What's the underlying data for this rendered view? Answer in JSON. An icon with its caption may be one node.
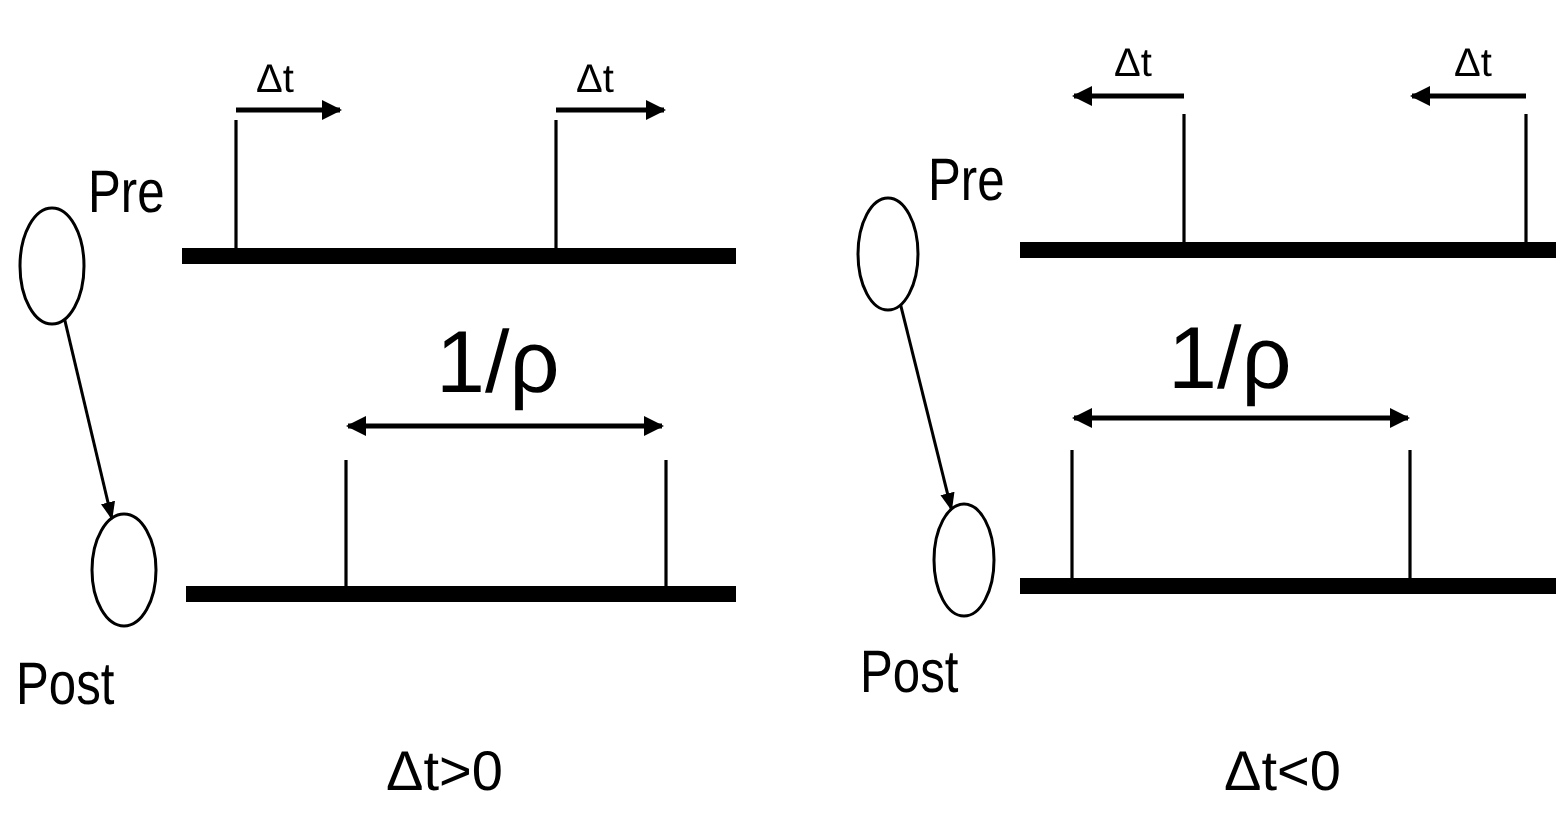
{
  "diagram": {
    "nodes": [
      {
        "text": [],
        "shape": "circle",
        "beside": [
          "Pre"
        ]
      },
      {
        "text": [],
        "shape": "circle",
        "beside": [
          "Post"
        ]
      },
      {
        "text": [],
        "shape": "circle",
        "beside": [
          "Pre"
        ]
      },
      {
        "text": [],
        "shape": "circle",
        "beside": [
          "Post"
        ]
      }
    ],
    "edges": [
      {
        "from": 0,
        "to": 1,
        "arrow": "to"
      },
      {
        "from": 2,
        "to": 3,
        "arrow": "to"
      }
    ],
    "labels": [
      "Δt",
      "Δt",
      "1/ρ",
      "Δt>0",
      "Δt",
      "Δt",
      "1/ρ",
      "Δt<0"
    ]
  }
}
